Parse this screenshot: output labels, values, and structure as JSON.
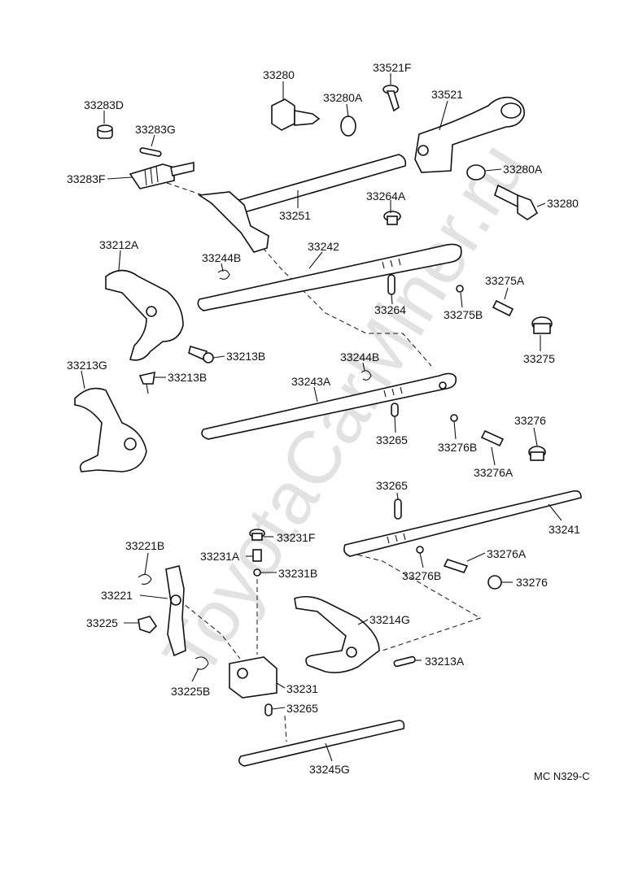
{
  "watermark": "ToyotaCarMiner.ru",
  "figure_code": "MC  N329-C",
  "labels": {
    "l33280_top": "33280",
    "l33521F": "33521F",
    "l33283D": "33283D",
    "l33280A_top": "33280A",
    "l33521": "33521",
    "l33283G": "33283G",
    "l33283F": "33283F",
    "l33280A_right": "33280A",
    "l33280_right": "33280",
    "l33264A": "33264A",
    "l33251": "33251",
    "l33212A": "33212A",
    "l33242": "33242",
    "l33244B_top": "33244B",
    "l33275A": "33275A",
    "l33264": "33264",
    "l33275B": "33275B",
    "l33275": "33275",
    "l33213B_a": "33213B",
    "l33244B_mid": "33244B",
    "l33213G": "33213G",
    "l33213B_b": "33213B",
    "l33243A": "33243A",
    "l33276_top": "33276",
    "l33265_a": "33265",
    "l33276B_a": "33276B",
    "l33276A_a": "33276A",
    "l33265_b": "33265",
    "l33241": "33241",
    "l33231F": "33231F",
    "l33221B": "33221B",
    "l33231A": "33231A",
    "l33276A_b": "33276A",
    "l33231B": "33231B",
    "l33276B_b": "33276B",
    "l33276_bottom": "33276",
    "l33221": "33221",
    "l33214G": "33214G",
    "l33225": "33225",
    "l33213A": "33213A",
    "l33225B": "33225B",
    "l33231": "33231",
    "l33265_c": "33265",
    "l33245G": "33245G"
  }
}
